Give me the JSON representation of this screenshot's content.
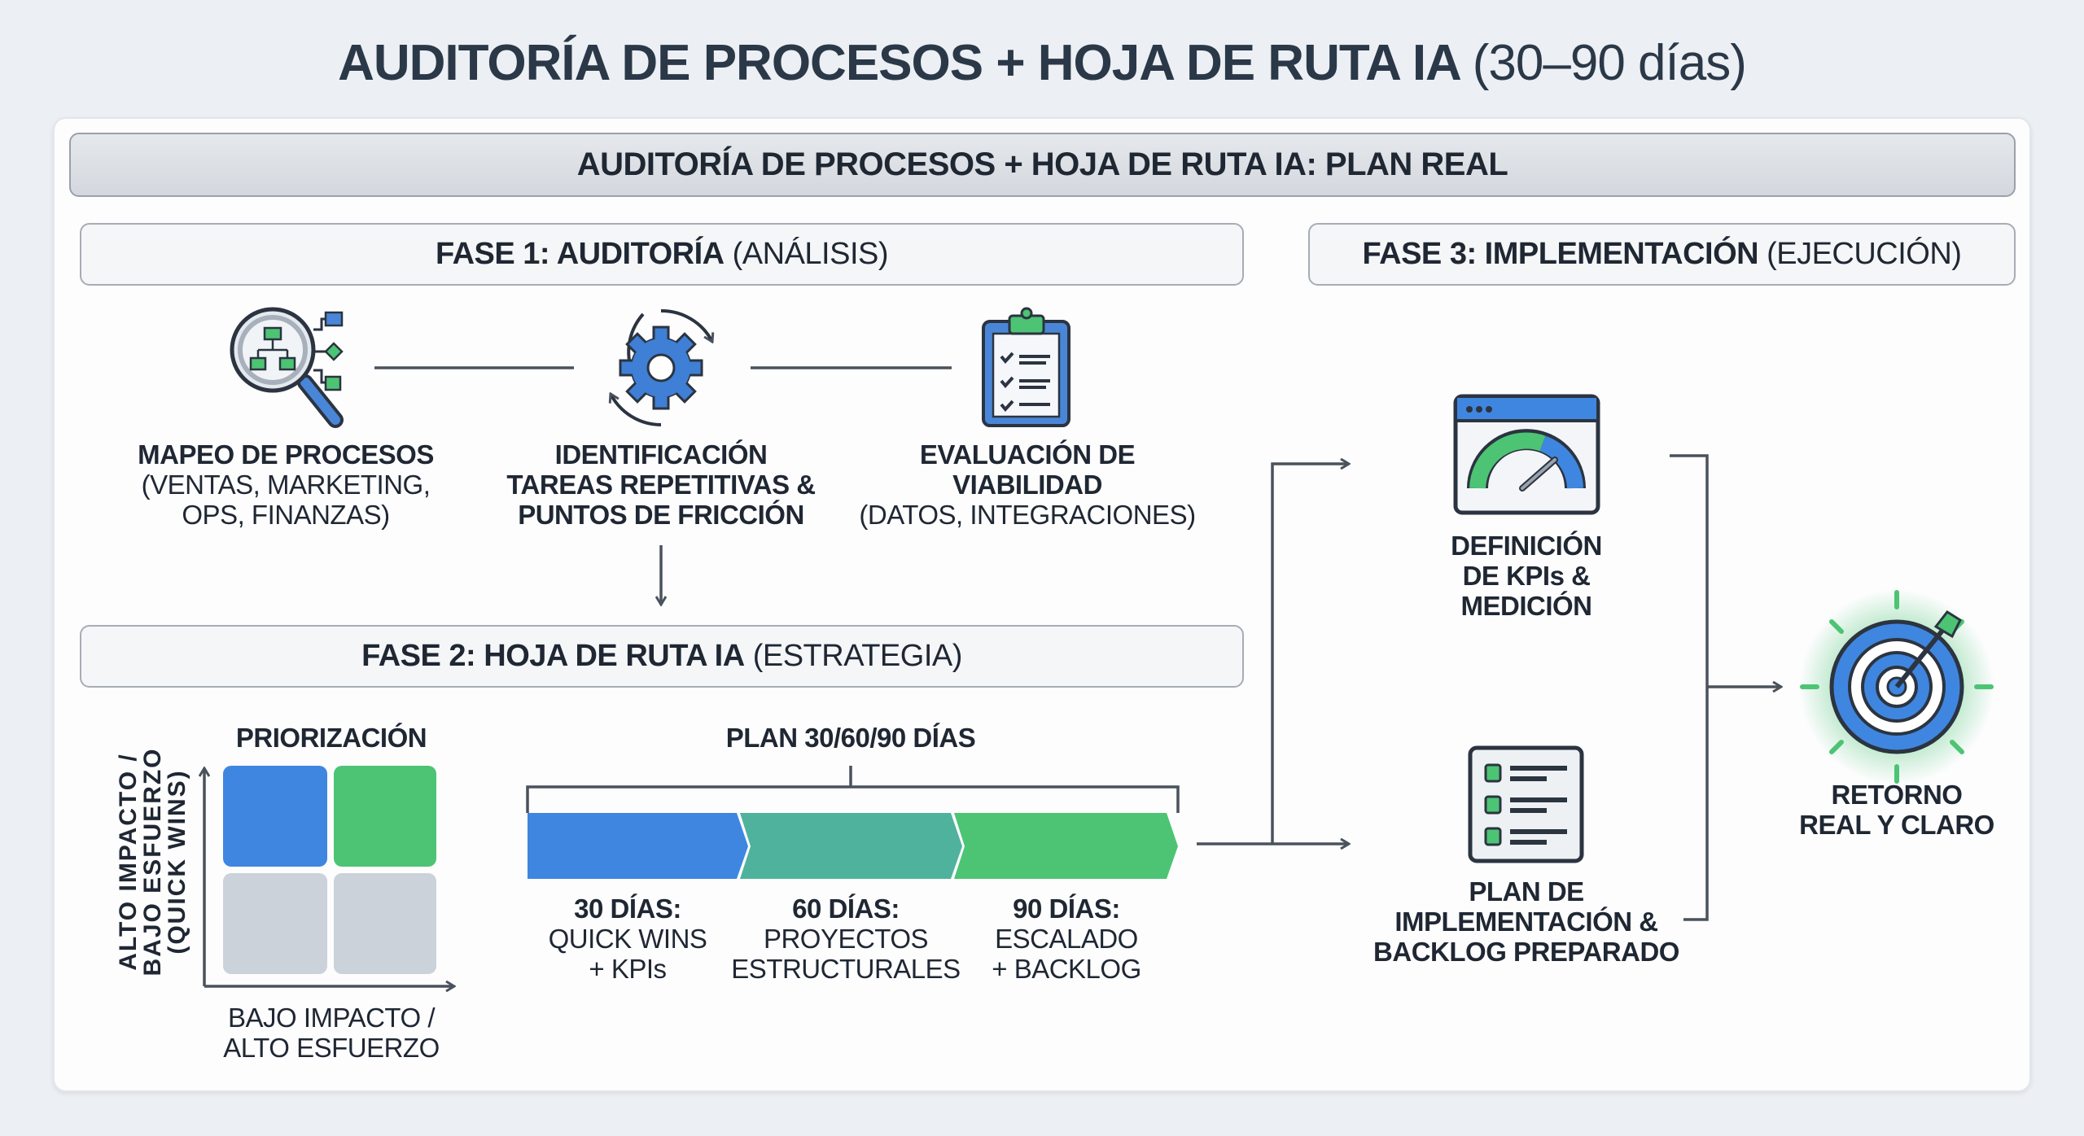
{
  "title": {
    "bold": "AUDITORÍA DE PROCESOS + HOJA DE RUTA IA",
    "light": "(30–90 días)"
  },
  "header": "AUDITORÍA DE PROCESOS + HOJA DE RUTA IA: PLAN REAL",
  "phase1": {
    "bold": "FASE 1: AUDITORÍA",
    "light": "(ANÁLISIS)",
    "steps": [
      {
        "icon": "magnifier-flowchart-icon",
        "title": "MAPEO DE PROCESOS",
        "lines": [
          "(VENTAS, MARKETING,",
          "OPS, FINANZAS)"
        ]
      },
      {
        "icon": "gear-cycle-icon",
        "title_lines": [
          "IDENTIFICACIÓN",
          "TAREAS REPETITIVAS &",
          "PUNTOS DE FRICCIÓN"
        ]
      },
      {
        "icon": "clipboard-checklist-icon",
        "title_lines": [
          "EVALUACIÓN DE",
          "VIABILIDAD"
        ],
        "lines": [
          "(DATOS, INTEGRACIONES)"
        ]
      }
    ]
  },
  "phase2": {
    "bold": "FASE 2: HOJA DE RUTA IA",
    "light": "(ESTRATEGIA)",
    "prioritization": {
      "title": "PRIORIZACIÓN",
      "y_label": [
        "ALTO IMPACTO /",
        "BAJO ESFUERZO",
        "(QUICK WINS)"
      ],
      "x_label": [
        "BAJO IMPACTO /",
        "ALTO ESFUERZO"
      ]
    },
    "plan": {
      "title": "PLAN 30/60/90 DÍAS",
      "stages": [
        {
          "title": "30 DÍAS:",
          "lines": [
            "QUICK WINS",
            "+ KPIs"
          ],
          "color": "#3f86e0"
        },
        {
          "title": "60 DÍAS:",
          "lines": [
            "PROYECTOS",
            "ESTRUCTURALES"
          ],
          "color": "#4fb29c"
        },
        {
          "title": "90 DÍAS:",
          "lines": [
            "ESCALADO",
            "+ BACKLOG"
          ],
          "color": "#4cc474"
        }
      ]
    }
  },
  "phase3": {
    "bold": "FASE 3: IMPLEMENTACIÓN",
    "light": "(EJECUCIÓN)",
    "kpi": {
      "icon": "gauge-dashboard-icon",
      "lines": [
        "DEFINICIÓN",
        "DE KPIs &",
        "MEDICIÓN"
      ]
    },
    "plan": {
      "icon": "checklist-document-icon",
      "lines": [
        "PLAN DE",
        "IMPLEMENTACIÓN &",
        "BACKLOG PREPARADO"
      ]
    },
    "result": {
      "icon": "target-arrow-icon",
      "lines": [
        "RETORNO",
        "REAL Y CLARO"
      ]
    }
  },
  "colors": {
    "blue": "#3f86e0",
    "green": "#4cc474",
    "teal": "#4fb29c",
    "gray": "#cbd2da",
    "line": "#4a525c"
  }
}
